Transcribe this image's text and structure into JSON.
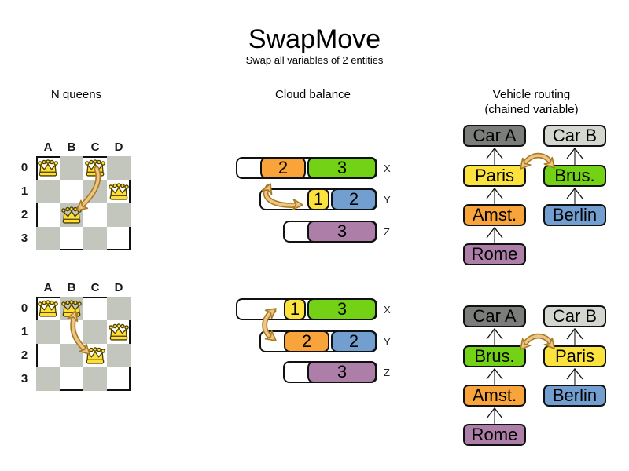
{
  "title": "SwapMove",
  "subtitle": "Swap all variables of 2 entities",
  "sections": {
    "nqueens": {
      "header": "N queens"
    },
    "cloud": {
      "header": "Cloud balance"
    },
    "vehicle": {
      "header_line1": "Vehicle routing",
      "header_line2": "(chained variable)"
    }
  },
  "colors": {
    "orange": "#f9a33b",
    "green": "#73d216",
    "yellow": "#fbe23c",
    "blue": "#729fcf",
    "purple": "#ad7fa8",
    "car_a_gray": "#7b7d7a",
    "car_b_gray": "#d3d7cf",
    "board_gray": "#c3c6bd",
    "arrow_fill": "#eec584",
    "arrow_outline": "#a87a24",
    "queen_gold": "#fddf35",
    "queen_outline": "#4a3b00"
  },
  "nqueens": {
    "col_labels": [
      "A",
      "B",
      "C",
      "D"
    ],
    "row_labels": [
      "0",
      "1",
      "2",
      "3"
    ],
    "boards": [
      {
        "name": "before",
        "queens": [
          {
            "col": 0,
            "row": 0
          },
          {
            "col": 2,
            "row": 0
          },
          {
            "col": 3,
            "row": 1
          },
          {
            "col": 1,
            "row": 2
          }
        ],
        "swap": {
          "from": "C0",
          "to": "B2"
        }
      },
      {
        "name": "after",
        "queens": [
          {
            "col": 0,
            "row": 0
          },
          {
            "col": 1,
            "row": 0
          },
          {
            "col": 3,
            "row": 1
          },
          {
            "col": 2,
            "row": 2
          }
        ],
        "swap": {
          "from": "B0",
          "to": "C2"
        }
      }
    ]
  },
  "cloud": {
    "figures": [
      {
        "name": "before",
        "rows": [
          {
            "label": "X",
            "free_units": 1,
            "blocks": [
              {
                "value": "2",
                "color": "orange"
              },
              {
                "value": "3",
                "color": "green"
              }
            ]
          },
          {
            "label": "Y",
            "free_units": 2,
            "blocks": [
              {
                "value": "1",
                "color": "yellow"
              },
              {
                "value": "2",
                "color": "blue"
              }
            ]
          },
          {
            "label": "Z",
            "free_units": 1,
            "blocks": [
              {
                "value": "3",
                "color": "purple"
              }
            ]
          }
        ]
      },
      {
        "name": "after",
        "rows": [
          {
            "label": "X",
            "free_units": 2,
            "blocks": [
              {
                "value": "1",
                "color": "yellow"
              },
              {
                "value": "3",
                "color": "green"
              }
            ]
          },
          {
            "label": "Y",
            "free_units": 1,
            "blocks": [
              {
                "value": "2",
                "color": "orange"
              },
              {
                "value": "2",
                "color": "blue"
              }
            ]
          },
          {
            "label": "Z",
            "free_units": 1,
            "blocks": [
              {
                "value": "3",
                "color": "purple"
              }
            ]
          }
        ]
      }
    ]
  },
  "vehicle": {
    "figures": [
      {
        "name": "before",
        "chains": [
          {
            "items": [
              {
                "label": "Car A",
                "color": "car_a_gray"
              },
              {
                "label": "Paris",
                "color": "yellow"
              },
              {
                "label": "Amst.",
                "color": "orange"
              },
              {
                "label": "Rome",
                "color": "purple"
              }
            ]
          },
          {
            "items": [
              {
                "label": "Car B",
                "color": "car_b_gray"
              },
              {
                "label": "Brus.",
                "color": "green"
              },
              {
                "label": "Berlin",
                "color": "blue"
              }
            ]
          }
        ],
        "swap": {
          "from": "Paris",
          "to": "Brus."
        }
      },
      {
        "name": "after",
        "chains": [
          {
            "items": [
              {
                "label": "Car A",
                "color": "car_a_gray"
              },
              {
                "label": "Brus.",
                "color": "green"
              },
              {
                "label": "Amst.",
                "color": "orange"
              },
              {
                "label": "Rome",
                "color": "purple"
              }
            ]
          },
          {
            "items": [
              {
                "label": "Car B",
                "color": "car_b_gray"
              },
              {
                "label": "Paris",
                "color": "yellow"
              },
              {
                "label": "Berlin",
                "color": "blue"
              }
            ]
          }
        ],
        "swap": {
          "from": "Brus.",
          "to": "Paris"
        }
      }
    ]
  }
}
